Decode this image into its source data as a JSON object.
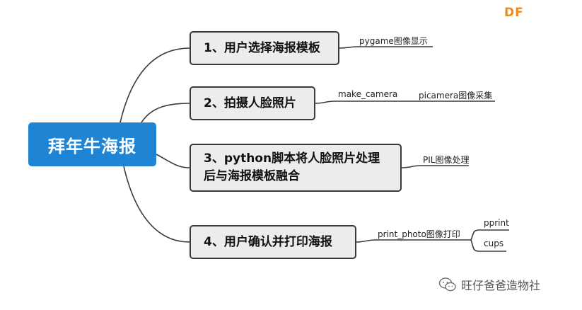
{
  "logo_text": "DF",
  "root": {
    "label": "拜年牛海报"
  },
  "branches": [
    {
      "label": "1、用户选择海报模板",
      "leaves": [
        "pygame图像显示"
      ]
    },
    {
      "label": "2、拍摄人脸照片",
      "leaves": [
        "make_camera",
        "picamera图像采集"
      ]
    },
    {
      "label_line1": "3、python脚本将人脸照片处理",
      "label_line2": "后与海报模板融合",
      "leaves": [
        "PIL图像处理"
      ]
    },
    {
      "label": "4、用户确认并打印海报",
      "leaves": [
        "print_photo图像打印"
      ],
      "subleaves": [
        "pprint",
        "cups"
      ]
    }
  ],
  "watermark": {
    "text": "旺仔爸爸造物社",
    "icon": "wechat-icon"
  },
  "colors": {
    "root": "#1f84d4",
    "branch_bg": "#ececec",
    "line": "#3a3a3a",
    "logo": "#f08a1c"
  }
}
